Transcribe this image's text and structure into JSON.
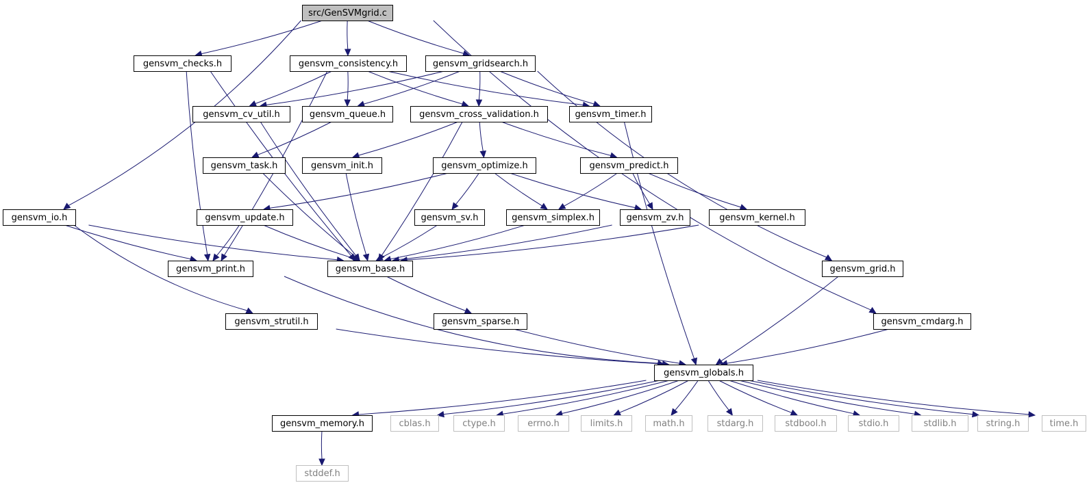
{
  "colors": {
    "edge": "#191970",
    "node_border": "#000000",
    "external_border": "#bfbfbf",
    "external_text": "#7f7f7f",
    "root_fill": "#bfbfbf",
    "text": "#000000"
  },
  "nodes": {
    "root": {
      "label": "src/GenSVMgrid.c",
      "kind": "root"
    },
    "io": {
      "label": "gensvm_io.h",
      "kind": "normal"
    },
    "checks": {
      "label": "gensvm_checks.h",
      "kind": "normal"
    },
    "consistency": {
      "label": "gensvm_consistency.h",
      "kind": "normal"
    },
    "gridsearch": {
      "label": "gensvm_gridsearch.h",
      "kind": "normal"
    },
    "cv_util": {
      "label": "gensvm_cv_util.h",
      "kind": "normal"
    },
    "queue": {
      "label": "gensvm_queue.h",
      "kind": "normal"
    },
    "cross_validation": {
      "label": "gensvm_cross_validation.h",
      "kind": "normal"
    },
    "timer": {
      "label": "gensvm_timer.h",
      "kind": "normal"
    },
    "task": {
      "label": "gensvm_task.h",
      "kind": "normal"
    },
    "init": {
      "label": "gensvm_init.h",
      "kind": "normal"
    },
    "optimize": {
      "label": "gensvm_optimize.h",
      "kind": "normal"
    },
    "predict": {
      "label": "gensvm_predict.h",
      "kind": "normal"
    },
    "update": {
      "label": "gensvm_update.h",
      "kind": "normal"
    },
    "sv": {
      "label": "gensvm_sv.h",
      "kind": "normal"
    },
    "simplex": {
      "label": "gensvm_simplex.h",
      "kind": "normal"
    },
    "zv": {
      "label": "gensvm_zv.h",
      "kind": "normal"
    },
    "kernel": {
      "label": "gensvm_kernel.h",
      "kind": "normal"
    },
    "print": {
      "label": "gensvm_print.h",
      "kind": "normal"
    },
    "base": {
      "label": "gensvm_base.h",
      "kind": "normal"
    },
    "grid": {
      "label": "gensvm_grid.h",
      "kind": "normal"
    },
    "strutil": {
      "label": "gensvm_strutil.h",
      "kind": "normal"
    },
    "sparse": {
      "label": "gensvm_sparse.h",
      "kind": "normal"
    },
    "cmdarg": {
      "label": "gensvm_cmdarg.h",
      "kind": "normal"
    },
    "globals": {
      "label": "gensvm_globals.h",
      "kind": "normal"
    },
    "memory": {
      "label": "gensvm_memory.h",
      "kind": "normal"
    },
    "cblas": {
      "label": "cblas.h",
      "kind": "external"
    },
    "ctype": {
      "label": "ctype.h",
      "kind": "external"
    },
    "errno": {
      "label": "errno.h",
      "kind": "external"
    },
    "limits": {
      "label": "limits.h",
      "kind": "external"
    },
    "math": {
      "label": "math.h",
      "kind": "external"
    },
    "stdarg": {
      "label": "stdarg.h",
      "kind": "external"
    },
    "stdbool": {
      "label": "stdbool.h",
      "kind": "external"
    },
    "stdio": {
      "label": "stdio.h",
      "kind": "external"
    },
    "stdlib": {
      "label": "stdlib.h",
      "kind": "external"
    },
    "string": {
      "label": "string.h",
      "kind": "external"
    },
    "time": {
      "label": "time.h",
      "kind": "external"
    },
    "stddef": {
      "label": "stddef.h",
      "kind": "external"
    }
  },
  "edges": [
    [
      "root",
      "io"
    ],
    [
      "root",
      "checks"
    ],
    [
      "root",
      "consistency"
    ],
    [
      "root",
      "gridsearch"
    ],
    [
      "root",
      "cmdarg"
    ],
    [
      "checks",
      "base"
    ],
    [
      "checks",
      "print"
    ],
    [
      "consistency",
      "cv_util"
    ],
    [
      "consistency",
      "queue"
    ],
    [
      "consistency",
      "cross_validation"
    ],
    [
      "consistency",
      "timer"
    ],
    [
      "consistency",
      "print"
    ],
    [
      "gridsearch",
      "cv_util"
    ],
    [
      "gridsearch",
      "queue"
    ],
    [
      "gridsearch",
      "cross_validation"
    ],
    [
      "gridsearch",
      "timer"
    ],
    [
      "gridsearch",
      "grid"
    ],
    [
      "cv_util",
      "base"
    ],
    [
      "queue",
      "task"
    ],
    [
      "task",
      "base"
    ],
    [
      "cross_validation",
      "init"
    ],
    [
      "cross_validation",
      "optimize"
    ],
    [
      "cross_validation",
      "predict"
    ],
    [
      "cross_validation",
      "base"
    ],
    [
      "timer",
      "globals"
    ],
    [
      "init",
      "base"
    ],
    [
      "optimize",
      "update"
    ],
    [
      "optimize",
      "sv"
    ],
    [
      "optimize",
      "simplex"
    ],
    [
      "optimize",
      "zv"
    ],
    [
      "predict",
      "simplex"
    ],
    [
      "predict",
      "zv"
    ],
    [
      "predict",
      "kernel"
    ],
    [
      "update",
      "print"
    ],
    [
      "update",
      "base"
    ],
    [
      "sv",
      "base"
    ],
    [
      "simplex",
      "base"
    ],
    [
      "zv",
      "base"
    ],
    [
      "kernel",
      "base"
    ],
    [
      "io",
      "print"
    ],
    [
      "io",
      "base"
    ],
    [
      "io",
      "strutil"
    ],
    [
      "print",
      "globals"
    ],
    [
      "base",
      "sparse"
    ],
    [
      "sparse",
      "globals"
    ],
    [
      "strutil",
      "globals"
    ],
    [
      "grid",
      "globals"
    ],
    [
      "cmdarg",
      "globals"
    ],
    [
      "globals",
      "memory"
    ],
    [
      "globals",
      "cblas"
    ],
    [
      "globals",
      "ctype"
    ],
    [
      "globals",
      "errno"
    ],
    [
      "globals",
      "limits"
    ],
    [
      "globals",
      "math"
    ],
    [
      "globals",
      "stdarg"
    ],
    [
      "globals",
      "stdbool"
    ],
    [
      "globals",
      "stdio"
    ],
    [
      "globals",
      "stdlib"
    ],
    [
      "globals",
      "string"
    ],
    [
      "globals",
      "time"
    ],
    [
      "memory",
      "stddef"
    ]
  ]
}
